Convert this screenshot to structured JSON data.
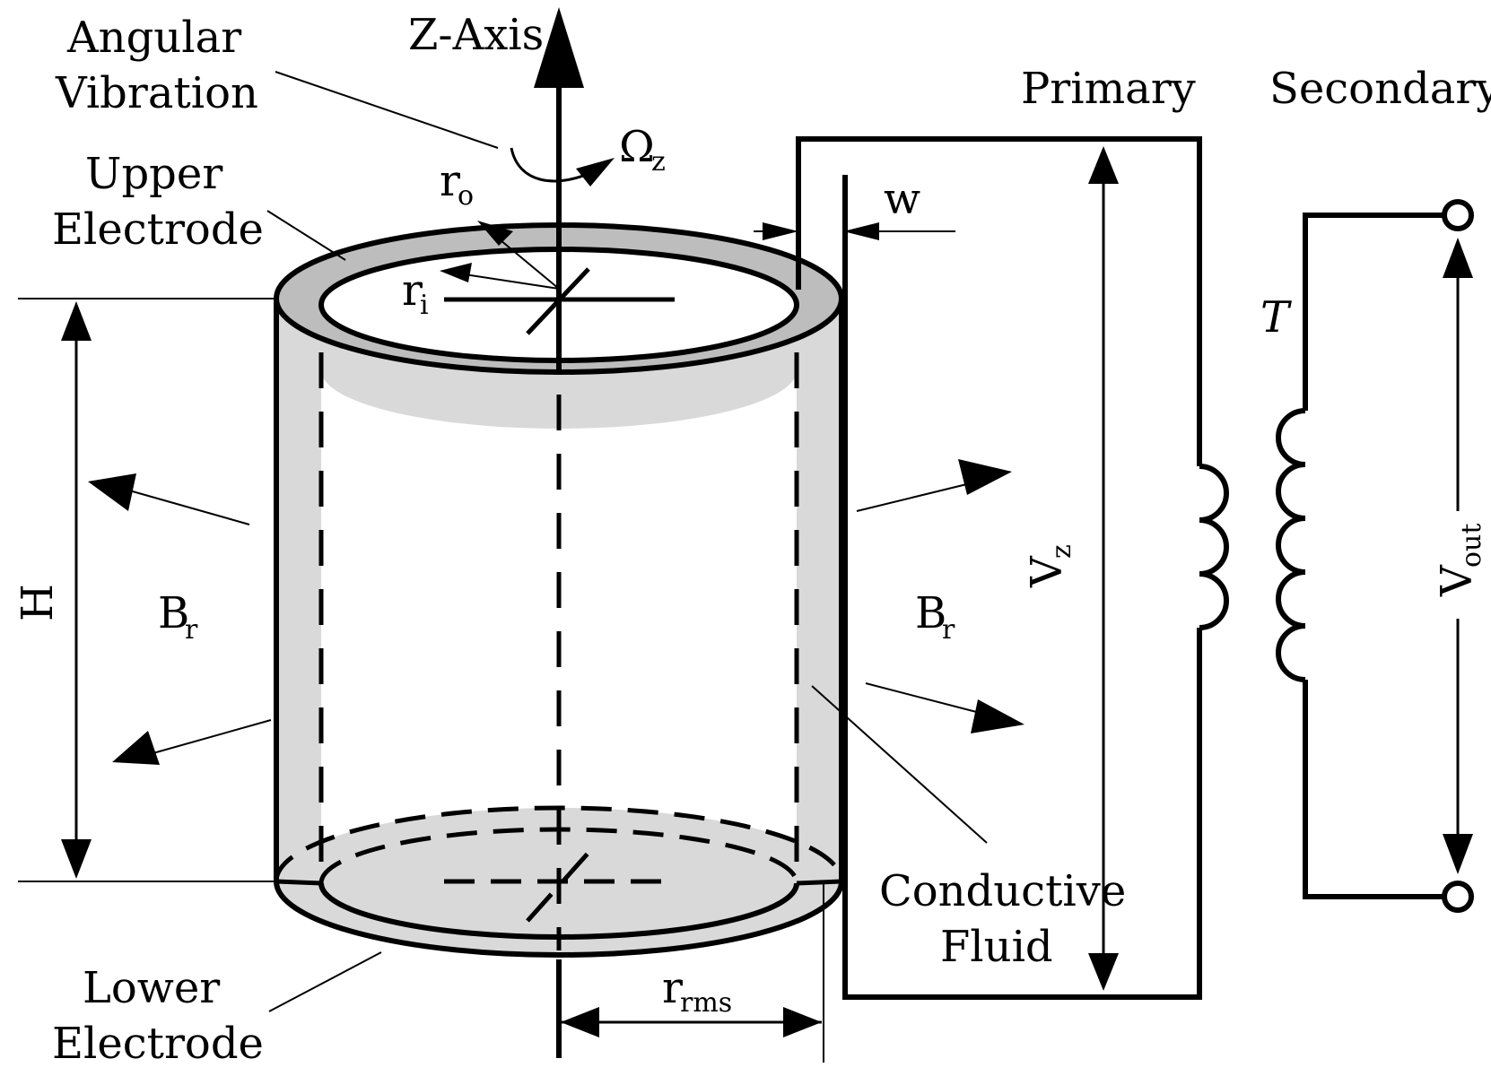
{
  "labels": {
    "z_axis": "Z-Axis",
    "angular_vibration_1": "Angular",
    "angular_vibration_2": "Vibration",
    "omega": "Ω",
    "omega_sub": "z",
    "upper_electrode_1": "Upper",
    "upper_electrode_2": "Electrode",
    "lower_electrode_1": "Lower",
    "lower_electrode_2": "Electrode",
    "ro": "r",
    "ro_sub": "o",
    "ri": "r",
    "ri_sub": "i",
    "w": "w",
    "h": "H",
    "br_left": "B",
    "br_left_sub": "r",
    "br_right": "B",
    "br_right_sub": "r",
    "conductive_fluid_1": "Conductive",
    "conductive_fluid_2": "Fluid",
    "rrms": "r",
    "rrms_sub": "rms",
    "primary": "Primary",
    "secondary": "Secondary",
    "transformer": "T",
    "vz": "V",
    "vz_sub": "z",
    "vout": "V",
    "vout_sub": "out"
  },
  "colors": {
    "ink": "#000000",
    "electrode_fill": "#bdbdbd",
    "fluid_fill": "#d9d9d9"
  }
}
